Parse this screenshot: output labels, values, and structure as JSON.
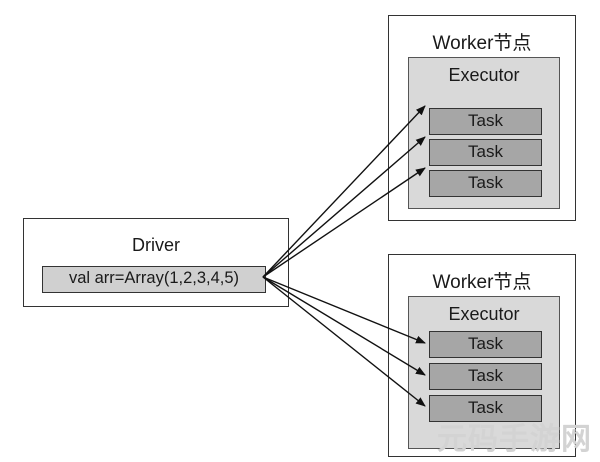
{
  "driver": {
    "title": "Driver",
    "code": "val arr=Array(1,2,3,4,5)"
  },
  "workers": [
    {
      "title": "Worker节点",
      "executor": {
        "title": "Executor",
        "tasks": [
          "Task",
          "Task",
          "Task"
        ]
      }
    },
    {
      "title": "Worker节点",
      "executor": {
        "title": "Executor",
        "tasks": [
          "Task",
          "Task",
          "Task"
        ]
      }
    }
  ],
  "watermark": "元码手游网",
  "colors": {
    "executor_fill": "#d9d9d9",
    "task_fill": "#a6a6a6",
    "code_fill": "#d0d0d0",
    "stroke": "#333333"
  }
}
